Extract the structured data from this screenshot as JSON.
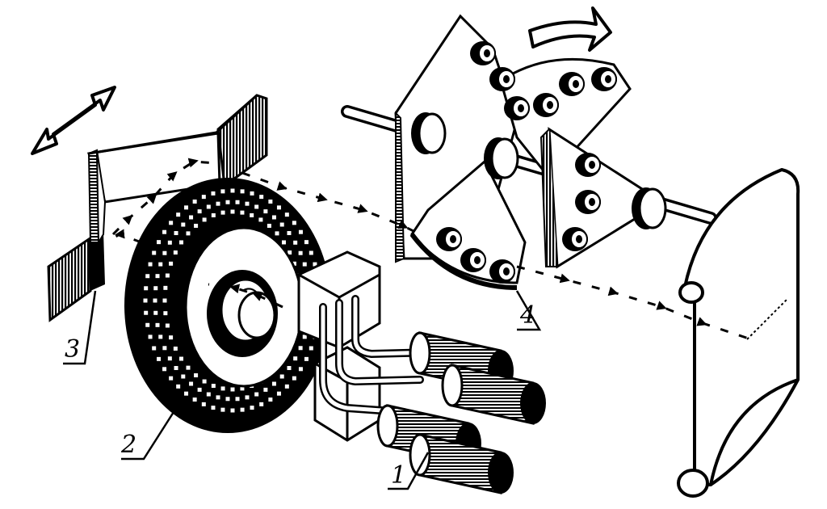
{
  "labels": {
    "one": "1",
    "two": "2",
    "three": "3",
    "four": "4"
  },
  "colors": {
    "ink": "#000000",
    "paper": "#ffffff"
  }
}
